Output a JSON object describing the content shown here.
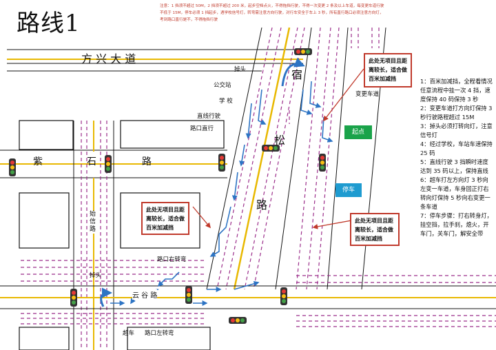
{
  "title": "路线1",
  "notice": "注意：1 挡须不超过 50M，2 挡须不超过 200 米，起步空档点火，不得拖挡行驶，不得一次变更 2 条及以上车道，每变更车道行驶不低于 15M，停车必须 1 挡起步，遇学校信号灯，转弯需注意方向行驶，对行车安全于车上 3 秒，所有直行路口必须注意方向灯，考到路口直行是不，不得拖挡行驶",
  "streets": {
    "fangxing": "方 兴 大 道",
    "zi": "紫",
    "shi": "石",
    "lu_zishi": "路",
    "xin": "宿",
    "song": "松",
    "lu_songxin": "路",
    "shixin": "始信路",
    "yungu": "云 谷 路"
  },
  "labels": {
    "diaotou_top": "掉头",
    "bus_stop": "公交站",
    "school": "学 校",
    "straight_slow": "直线行驶",
    "crossing_straight": "路口直行",
    "change_lane": "变更车道",
    "start": "起点",
    "park": "停车",
    "right_turn": "路口右转弯",
    "diaotou_left": "掉头",
    "pull_over": "超车",
    "left_turn": "路口左转弯"
  },
  "callouts": {
    "top_right": "此处无项目且距离较长，适合做百米加减挡",
    "middle_left": "此处无项目且距离较长，适合做百米加减挡",
    "bottom_right": "此处无项目且距离较长，适合做百米加减挡"
  },
  "steps": [
    "1：百米加减挡，全程看情况任意流程中挂一次 4 挡，速度保持 40 码保持 3 秒",
    "2：变更车道打方向灯保持 3 秒行驶路程超过 15M",
    "3：掉头必须打转向灯，注意信号灯",
    "4：经过学校，车站车速保持 25 码",
    "5：直线行驶 3 挡瞬时速度达到 35 码以上，保持直线",
    "6：超车打左方向灯 3 秒向左变一车道，车身回正打右转向灯保持 5 秒向右变更一条车道",
    "7：停车步骤：打右转身灯，挂空挡，拉手刹，熄火，开车门，关车门，解安全带"
  ],
  "colors": {
    "road_line": "#e8b800",
    "lane_dash": "#9b2d8a",
    "route": "#2d74c4",
    "callout_border": "#c0392b",
    "start_badge": "#1aa34a",
    "park_badge": "#1e9bd0"
  },
  "icons": [
    "traffic-light-icon",
    "u-turn-arrow-icon",
    "route-arrow-icon"
  ]
}
